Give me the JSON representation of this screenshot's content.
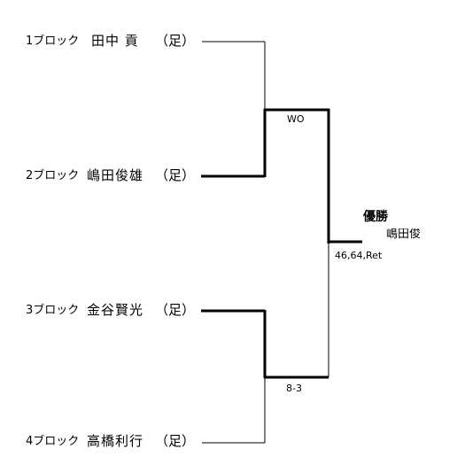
{
  "players": [
    {
      "block": "1ブロック",
      "name": "田中 貢",
      "school": "（足）"
    },
    {
      "block": "2ブロック",
      "name": "嶋田俊雄",
      "school": "（足）"
    },
    {
      "block": "3ブロック",
      "name": "金谷賢光",
      "school": "（足）"
    },
    {
      "block": "4ブロック",
      "name": "高橋利行",
      "school": "（足）"
    }
  ],
  "scores": {
    "semi_top": "WO",
    "semi_bottom": "8-3",
    "final": "46,64,Ret"
  },
  "winner": {
    "title": "優勝",
    "name": "嶋田俊"
  }
}
